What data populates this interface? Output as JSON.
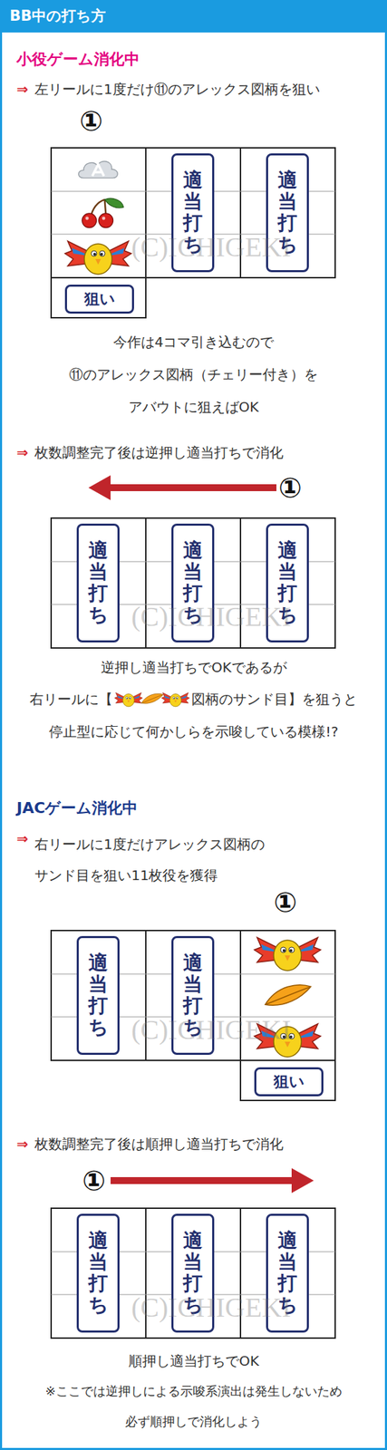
{
  "diagram": {
    "title": "BB中の打ち方",
    "nodes": [
      {
        "text": [
          "適当打ち"
        ]
      },
      {
        "text": [
          "適当打ち"
        ]
      },
      {
        "text": [
          "狙い"
        ]
      },
      {
        "text": [
          "適当打ち"
        ]
      },
      {
        "text": [
          "適当打ち"
        ]
      },
      {
        "text": [
          "適当打ち"
        ]
      },
      {
        "text": [
          "適当打ち"
        ]
      },
      {
        "text": [
          "適当打ち"
        ]
      },
      {
        "text": [
          "狙い"
        ]
      },
      {
        "text": [
          "適当打ち"
        ]
      },
      {
        "text": [
          "適当打ち"
        ]
      },
      {
        "text": [
          "適当打ち"
        ]
      }
    ],
    "labels": [
      "小役ゲーム消化中",
      "⇒",
      "左リールに1度だけ⑪のアレックス図柄を狙い",
      "①",
      "(C)ICHIGEKI",
      "今作は4コマ引き込むので ⑪のアレックス図柄（チェリー付き）を アバウトに狙えばOK",
      "⇒",
      "枚数調整完了後は逆押し適当打ちで消化",
      "①",
      "(C)ICHIGEKI",
      "逆押し適当打ちでOKであるが",
      "右リールに【",
      "図柄のサンド目】を狙うと",
      "停止型に応じて何かしらを示唆している模様!?",
      "JACゲーム消化中",
      "⇒",
      "右リールに1度だけアレックス図柄の サンド目を狙い11枚役を獲得",
      "①",
      "(C)ICHIGEKI",
      "⇒",
      "枚数調整完了後は順押し適当打ちで消化",
      "①",
      "(C)ICHIGEKI",
      "順押し適当打ちでOK",
      "※ここでは逆押しによる示唆系演出は発生しないため 必ず順押しで消化しよう"
    ]
  }
}
